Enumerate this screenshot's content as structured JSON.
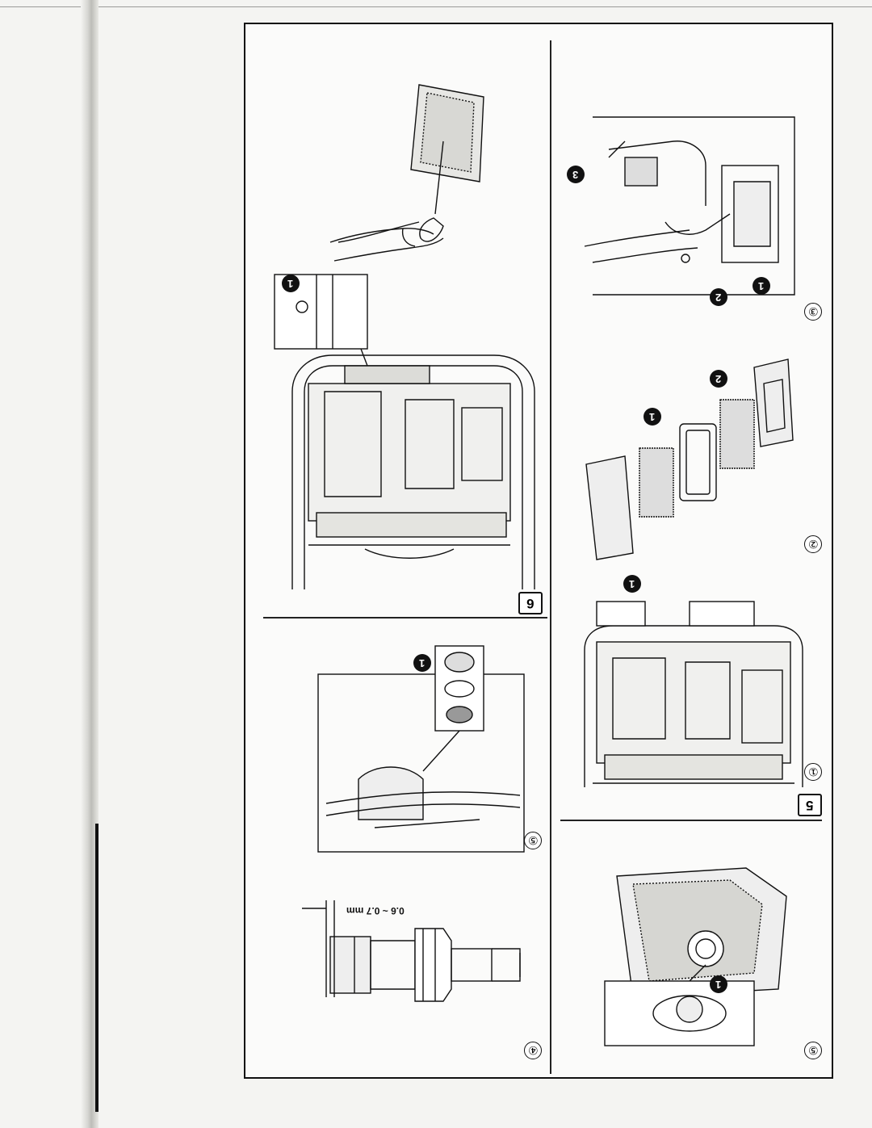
{
  "page": {
    "section_numbers": {
      "six": "6",
      "five": "5"
    },
    "step_numbers": {
      "right_top": "③",
      "right_mid": "②",
      "right_low": "①",
      "right_bottom": "⑤",
      "left_mid": "⑤",
      "left_bottom": "④"
    },
    "callouts": {
      "c6_inset": "1",
      "c3_a": "3",
      "c3_b": "2",
      "c3_c": "1",
      "c2_a": "1",
      "c2_b": "2",
      "c1_a": "1",
      "c5_inset": "1",
      "cl5_a": "1"
    },
    "spark_gap_label": "0.6 ~ 0.7 mm"
  }
}
